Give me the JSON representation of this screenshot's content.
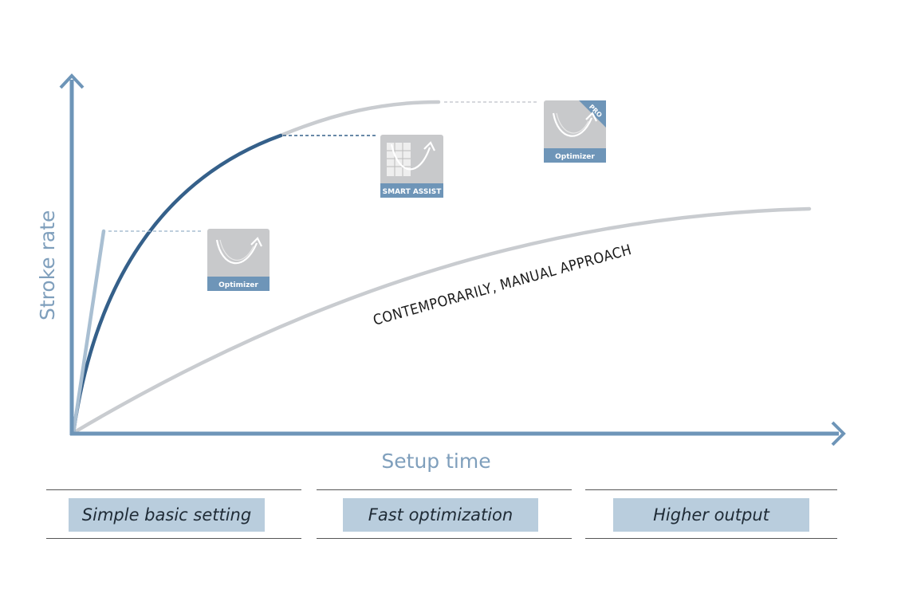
{
  "axes": {
    "x_label": "Setup time",
    "y_label": "Stroke rate"
  },
  "curve_label": "CONTEMPORARILY, MANUAL APPROACH",
  "badges": [
    {
      "id": "optimizer",
      "label": "Optimizer",
      "icon": "optimizer-curve-icon"
    },
    {
      "id": "smart-assist",
      "label": "SMART ASSIST",
      "icon": "smart-assist-icon"
    },
    {
      "id": "optimizer-pro",
      "label": "Optimizer",
      "corner": "PRO",
      "icon": "optimizer-curve-icon"
    }
  ],
  "phases": [
    {
      "label": "Simple basic setting"
    },
    {
      "label": "Fast optimization"
    },
    {
      "label": "Higher output"
    }
  ],
  "colors": {
    "axis": "#6e95b8",
    "dark_curve": "#35608a",
    "grey_curve": "#c9ccd0",
    "light_line": "#a9bfd2",
    "badge_body": "#c8c9cb",
    "badge_strip": "#6e95b8",
    "phase_box": "#b9cddd"
  }
}
